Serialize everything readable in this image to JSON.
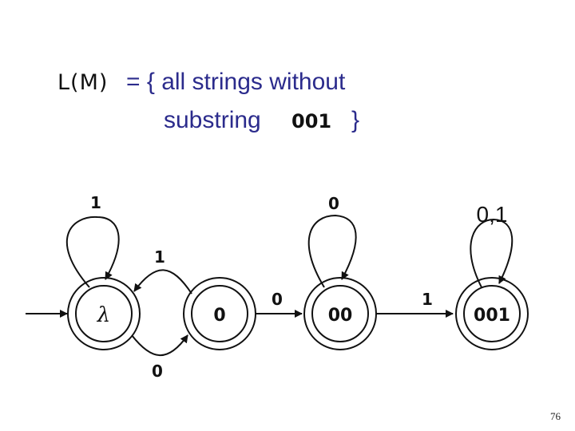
{
  "title": {
    "lhs": "L(M)",
    "line1": "= { all strings without",
    "line2": "substring",
    "substring": "001",
    "close": "}"
  },
  "states": [
    {
      "label": "λ"
    },
    {
      "label": "0"
    },
    {
      "label": "00"
    },
    {
      "label": "001"
    }
  ],
  "transitions": {
    "loop_lambda": "1",
    "lambda_to_0": "0",
    "0_to_lambda": "1",
    "0_to_00": "0",
    "loop_00": "0",
    "00_to_001": "1",
    "loop_001": "0,1"
  },
  "page_number": "76"
}
